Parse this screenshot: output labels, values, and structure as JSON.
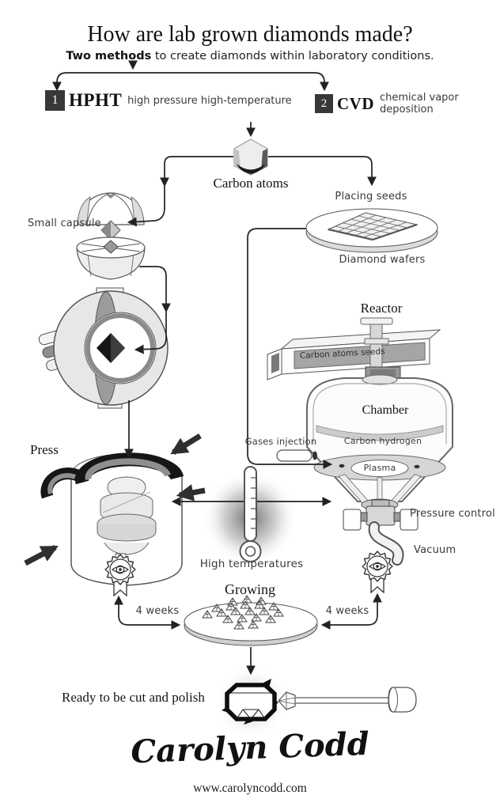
{
  "header": {
    "title": "How are lab grown diamonds made?",
    "subtitle_emphasis": "Two methods",
    "subtitle_rest": " to create diamonds within laboratory conditions.",
    "method1": {
      "number": "1",
      "abbr": "HPHT",
      "description": "high pressure high-temperature"
    },
    "method2": {
      "number": "2",
      "abbr": "CVD",
      "description": "chemical vapor deposition"
    }
  },
  "shared": {
    "carbon_atoms": "Carbon atoms",
    "high_temperatures": "High temperatures",
    "growing": "Growing",
    "ready": "Ready to be cut and polish"
  },
  "hpht": {
    "small_capsule": "Small capsule",
    "press": "Press",
    "weeks": "4 weeks"
  },
  "cvd": {
    "placing_seeds": "Placing seeds",
    "diamond_wafers": "Diamond wafers",
    "reactor": "Reactor",
    "carbon_atoms_seeds": "Carbon atoms seeds",
    "chamber": "Chamber",
    "gases_injection": "Gases injection",
    "carbon_hydrogen": "Carbon hydrogen",
    "plasma": "Plasma",
    "pressure_control": "Pressure control",
    "vacuum": "Vacuum",
    "weeks": "4 weeks"
  },
  "footer": {
    "signature": "Carolyn Codd",
    "website": "www.carolyncodd.com"
  },
  "colors": {
    "ink": "#1c1c1c",
    "line": "#222222",
    "panel_gray": "#a5a5a5",
    "number_box": "#383838"
  }
}
